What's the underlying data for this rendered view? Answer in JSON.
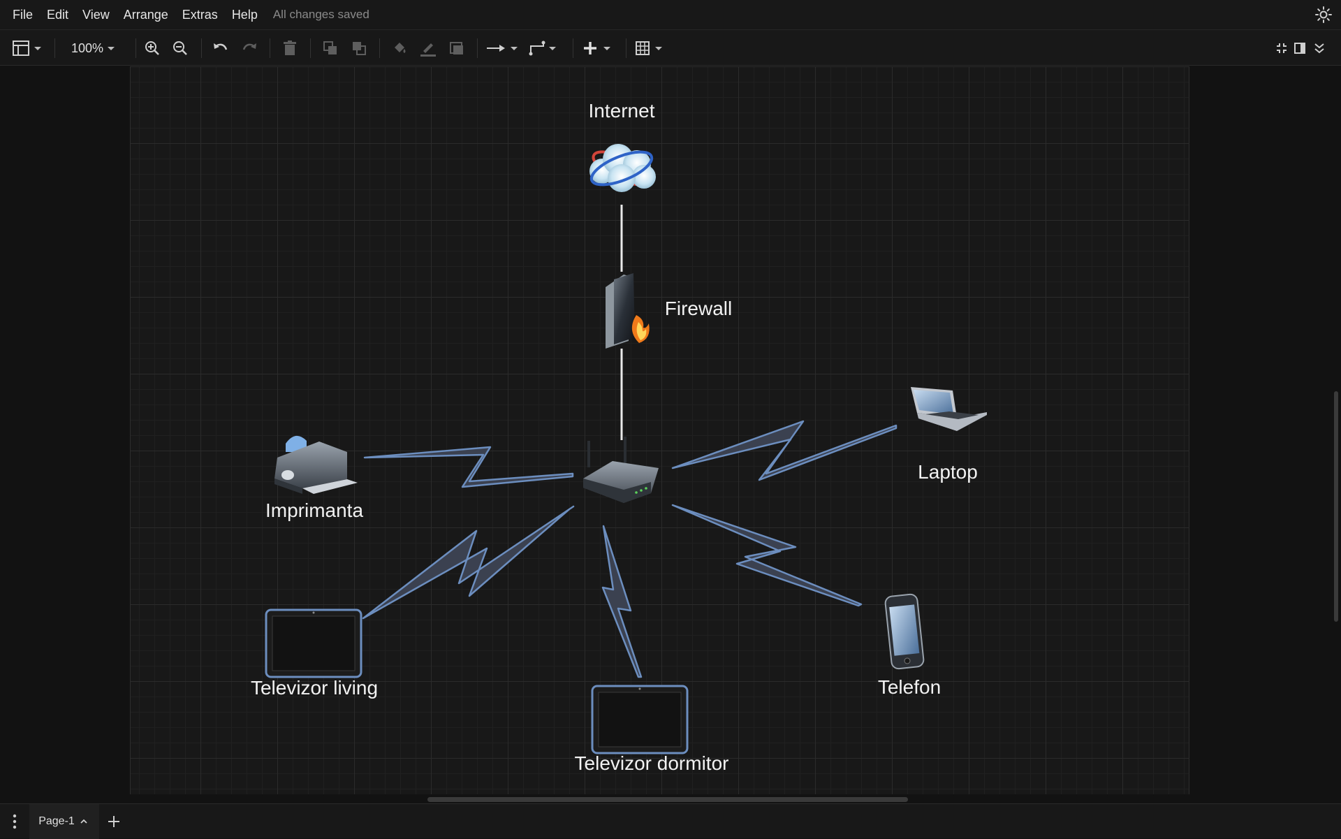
{
  "menu": {
    "items": [
      "File",
      "Edit",
      "View",
      "Arrange",
      "Extras",
      "Help"
    ],
    "status": "All changes saved"
  },
  "toolbar": {
    "zoom": "100%",
    "icons": [
      "layout-icon",
      "zoom-in-icon",
      "zoom-out-icon",
      "undo-icon",
      "redo-icon",
      "delete-icon",
      "to-front-icon",
      "to-back-icon",
      "fill-color-icon",
      "line-color-icon",
      "shadow-icon",
      "connection-icon",
      "waypoints-icon",
      "insert-icon",
      "table-icon",
      "fullscreen-icon",
      "format-panel-icon",
      "collapse-icon"
    ]
  },
  "diagram": {
    "nodes": {
      "internet": "Internet",
      "firewall": "Firewall",
      "printer": "Imprimanta",
      "laptop": "Laptop",
      "tv_living": "Televizor living",
      "tv_bedroom": "Televizor dormitor",
      "phone": "Telefon"
    },
    "colors": {
      "wireless_fill": "#3b4150",
      "wireless_stroke": "#6c8ebf",
      "wired_link": "#e8e8e8",
      "tv_frame": "#6c8ebf"
    }
  },
  "pages": {
    "current": "Page-1"
  }
}
